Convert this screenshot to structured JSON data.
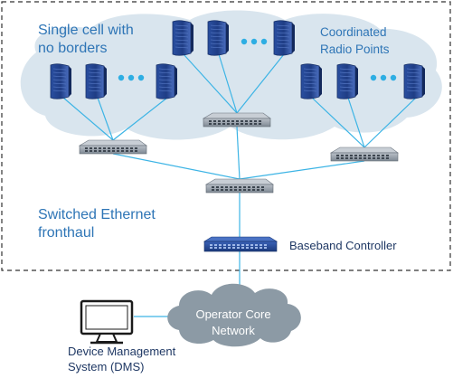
{
  "labels": {
    "single_cell_line1": "Single cell with",
    "single_cell_line2": "no borders",
    "coordinated_line1": "Coordinated",
    "coordinated_line2": "Radio Points",
    "fronthaul_line1": "Switched Ethernet",
    "fronthaul_line2": "fronthaul",
    "baseband": "Baseband Controller",
    "core_line1": "Operator Core",
    "core_line2": "Network",
    "dms_line1": "Device Management",
    "dms_line2": "System (DMS)"
  },
  "colors": {
    "text_blue": "#2e75b6",
    "dark_text": "#1f3864",
    "cloud_fill": "#d9e5ee",
    "core_cloud": "#8c9aa5",
    "link": "#3cb4e5",
    "radio": "#1f3f8a",
    "switch": "#9aa3ad",
    "controller": "#2b4c9b"
  },
  "icons": [
    "radio-point-icon",
    "ethernet-switch-icon",
    "baseband-controller-icon",
    "cloud-icon",
    "computer-monitor-icon",
    "ellipsis-dots-icon"
  ]
}
